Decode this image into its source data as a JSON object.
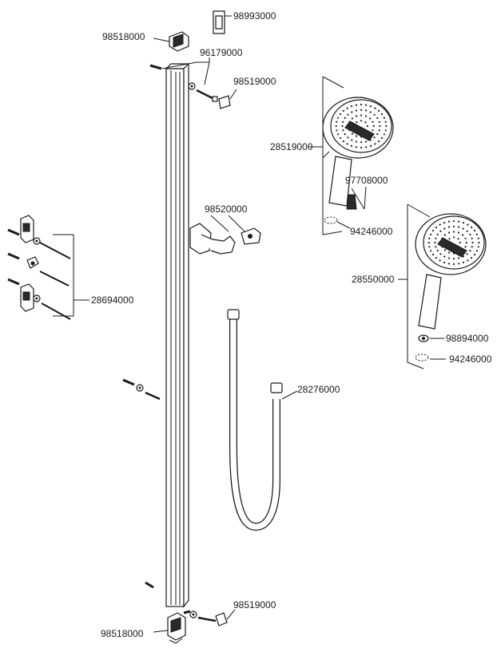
{
  "parts": {
    "p98993000": "98993000",
    "p98518000_top": "98518000",
    "p96179000": "96179000",
    "p98519000_top": "98519000",
    "p28519000": "28519000",
    "p97708000": "97708000",
    "p94246000_a": "94246000",
    "p98520000": "98520000",
    "p28550000": "28550000",
    "p28694000": "28694000",
    "p98894000": "98894000",
    "p94246000_b": "94246000",
    "p28276000": "28276000",
    "p98519000_bot": "98519000",
    "p98518000_bot": "98518000"
  }
}
